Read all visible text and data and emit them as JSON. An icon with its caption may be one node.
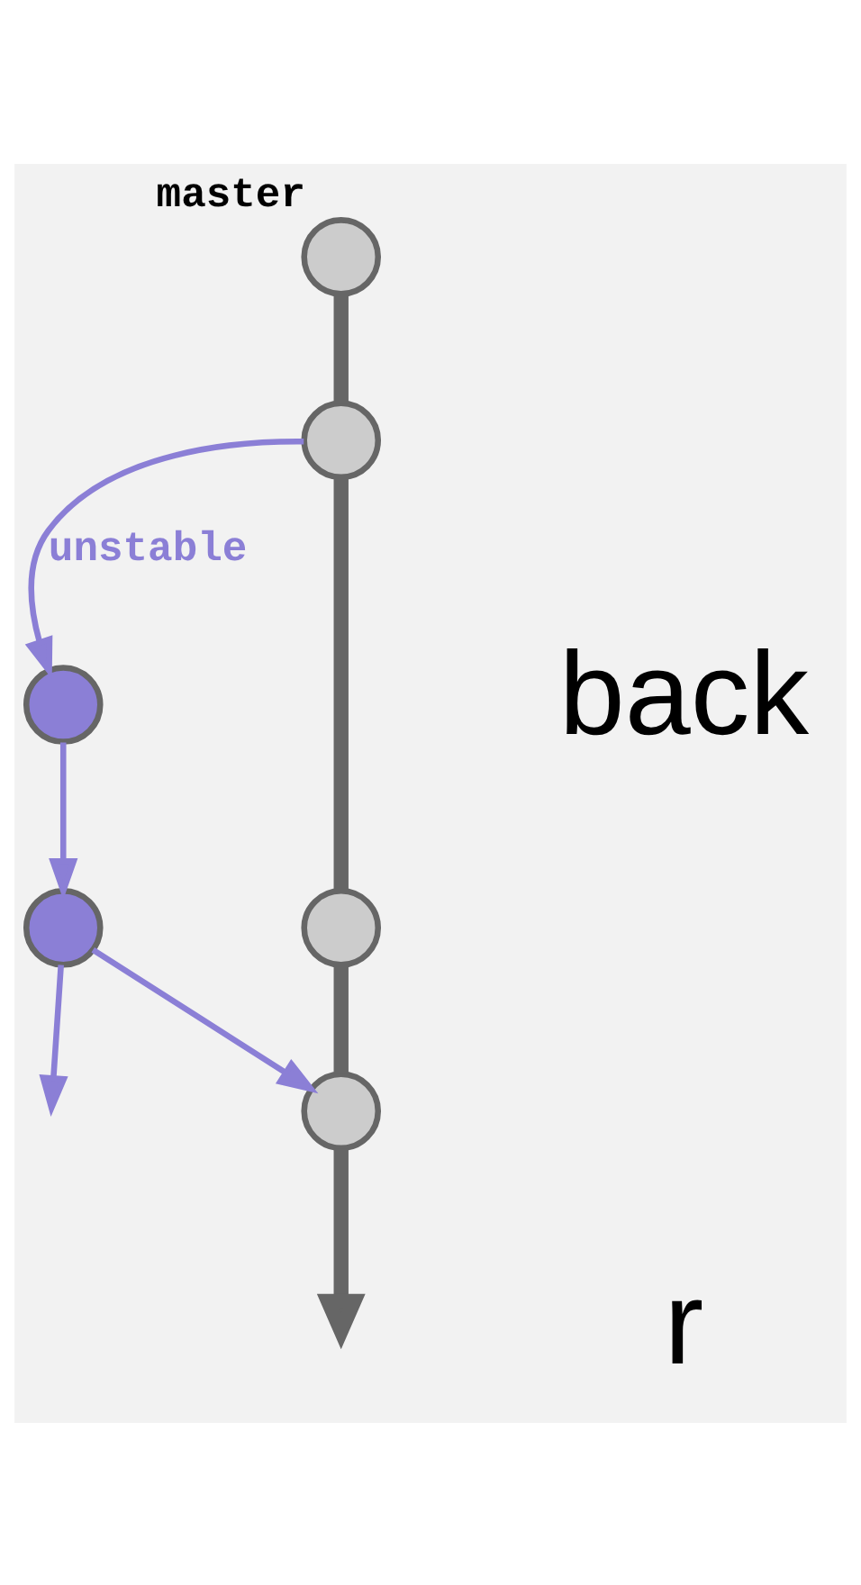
{
  "diagram": {
    "nodes": [
      {
        "text": [],
        "shape": "circle",
        "beside": [
          "master"
        ]
      },
      {
        "text": [],
        "shape": "circle"
      },
      {
        "text": [],
        "shape": "circle"
      },
      {
        "text": [],
        "shape": "circle"
      },
      {
        "text": [],
        "shape": "circle"
      },
      {
        "text": [],
        "shape": "circle"
      }
    ],
    "edges": [
      {
        "from": 0,
        "to": 1,
        "arrow": "none",
        "style": "thick",
        "color": "#666666"
      },
      {
        "from": 1,
        "to": 4,
        "arrow": "to",
        "label": "unstable",
        "color": "#8b7fd6"
      },
      {
        "from": 1,
        "to": 2,
        "arrow": "none",
        "style": "thick",
        "color": "#666666"
      },
      {
        "from": 4,
        "to": 5,
        "arrow": "to",
        "color": "#8b7fd6"
      },
      {
        "from": 2,
        "to": 3,
        "arrow": "none",
        "style": "thick",
        "color": "#666666"
      },
      {
        "from": 5,
        "to": 3,
        "arrow": "to",
        "color": "#8b7fd6"
      },
      {
        "from": 5,
        "to": null,
        "arrow": "to",
        "color": "#8b7fd6"
      },
      {
        "from": 3,
        "to": null,
        "arrow": "to",
        "style": "thick",
        "color": "#666666"
      }
    ],
    "labels": [
      "back",
      "r"
    ]
  }
}
